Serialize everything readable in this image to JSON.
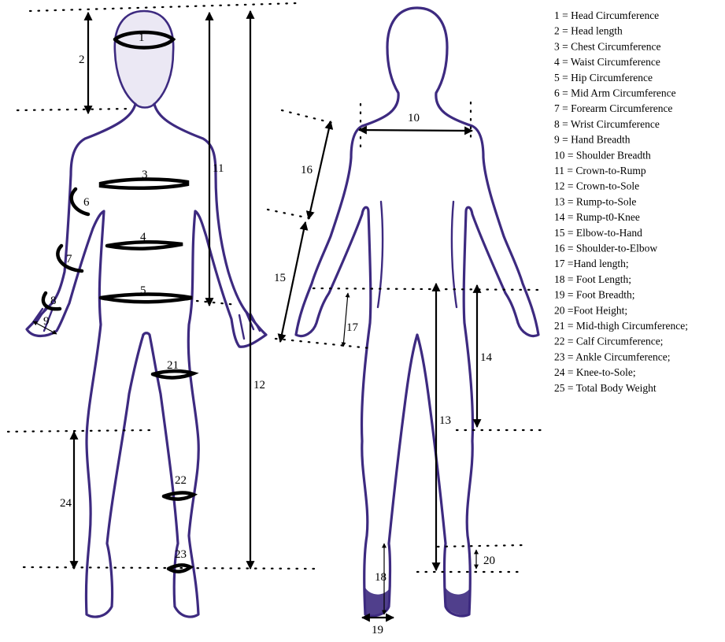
{
  "figure_labels": {
    "m1": "1",
    "m2": "2",
    "m3": "3",
    "m4": "4",
    "m5": "5",
    "m6": "6",
    "m7": "7",
    "m8": "8",
    "m9": "9",
    "m10": "10",
    "m11": "11",
    "m12": "12",
    "m13": "13",
    "m14": "14",
    "m15": "15",
    "m16": "16",
    "m17": "17",
    "m18": "18",
    "m19": "19",
    "m20": "20",
    "m21": "21",
    "m22": "22",
    "m23": "23",
    "m24": "24"
  },
  "legend": [
    "1 = Head Circumference",
    "2 = Head length",
    "3 = Chest Circumference",
    "4 = Waist Circumference",
    "5 = Hip Circumference",
    "6 = Mid Arm Circumference",
    "7 = Forearm Circumference",
    "8 = Wrist Circumference",
    "9 = Hand Breadth",
    "10 = Shoulder Breadth",
    "11 = Crown-to-Rump",
    "12 = Crown-to-Sole",
    "13 = Rump-to-Sole",
    "14 = Rump-t0-Knee",
    "15 = Elbow-to-Hand",
    "16 = Shoulder-to-Elbow",
    "17 =Hand length;",
    "18 = Foot Length;",
    "19 = Foot Breadth;",
    "20 =Foot Height;",
    "21 = Mid-thigh Circumference;",
    "22 = Calf Circumference;",
    "23 = Ankle Circumference;",
    "24 = Knee-to-Sole;",
    "25 = Total Body Weight"
  ],
  "colors": {
    "body_outline": "#3d2a80",
    "head_fill": "#ebe8f4",
    "measure_marks": "#000000"
  }
}
